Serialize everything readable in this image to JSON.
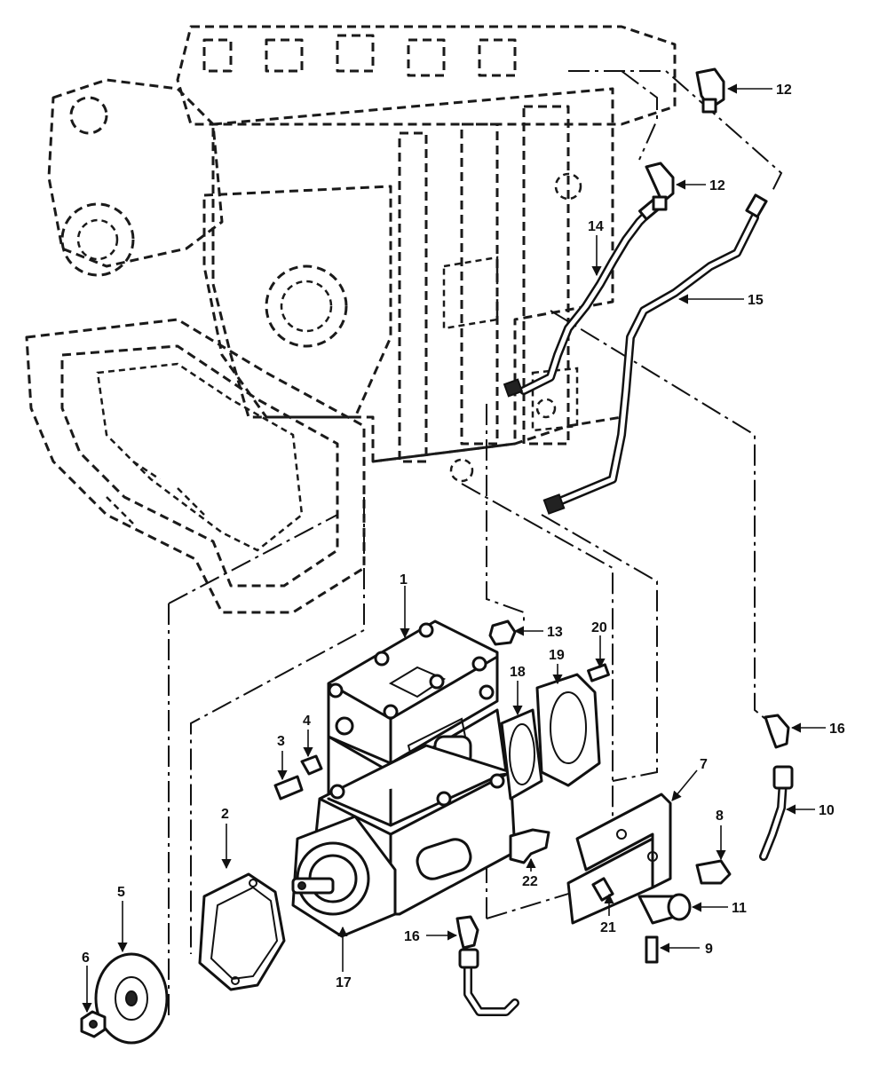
{
  "callouts": {
    "c1": "1",
    "c2": "2",
    "c3": "3",
    "c4": "4",
    "c5": "5",
    "c6": "6",
    "c7": "7",
    "c8": "8",
    "c9": "9",
    "c10": "10",
    "c11": "11",
    "c12a": "12",
    "c12b": "12",
    "c13": "13",
    "c14": "14",
    "c15": "15",
    "c16a": "16",
    "c16b": "16",
    "c17": "17",
    "c18": "18",
    "c19": "19",
    "c20": "20",
    "c21": "21",
    "c22": "22"
  }
}
